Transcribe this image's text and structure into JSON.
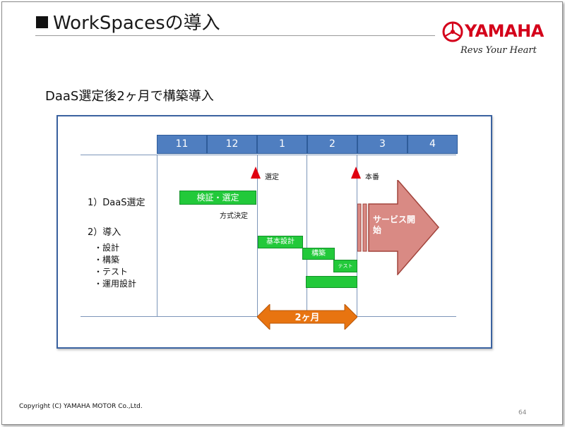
{
  "slide": {
    "title": "WorkSpacesの導入",
    "subtitle": "DaaS選定後2ヶ月で構築導入",
    "copyright": "Copyright (C) YAMAHA MOTOR Co.,Ltd.",
    "page_number": "64"
  },
  "logo": {
    "wordmark": "YAMAHA",
    "tagline": "Revs Your Heart",
    "color": "#d4001a"
  },
  "schedule": {
    "months": [
      "11",
      "12",
      "1",
      "2",
      "3",
      "4"
    ],
    "markers": {
      "selection": "選定",
      "production": "本番"
    },
    "sections": [
      {
        "label": "1）DaaS選定",
        "bar": "検証・選定",
        "note": "方式決定"
      },
      {
        "label": "2）導入",
        "items": [
          "・設計",
          "・構築",
          "・テスト",
          "・運用設計"
        ]
      }
    ],
    "bars": {
      "basic_design": "基本設計",
      "build": "構築",
      "test": "テスト",
      "ops_design": ""
    },
    "duration_label": "2ヶ月",
    "service_start": "サービス開始",
    "colors": {
      "month_header": "#4f7ec0",
      "bar": "#22c93a",
      "marker": "#e00010",
      "duration_arrow": "#e87410",
      "service_arrow": "#d98a84"
    }
  }
}
